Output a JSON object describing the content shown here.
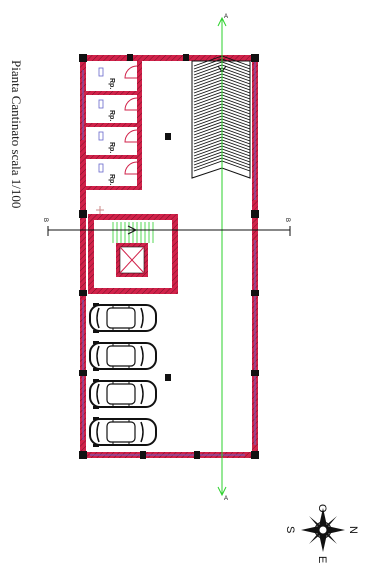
{
  "title": "Pianta Cantinato scala 1/100",
  "storage_rooms": [
    {
      "label": "Rp."
    },
    {
      "label": "Rp."
    },
    {
      "label": "Rp."
    },
    {
      "label": "Rp."
    }
  ],
  "parking_cars": 4,
  "compass": {
    "north": "N",
    "south": "S",
    "east": "E",
    "west": "O"
  },
  "colors": {
    "wall": "#d1224a",
    "wall_hatch": "#7a1028",
    "section_line": "#2bd12b",
    "window": "#6666cc",
    "ink": "#111111"
  }
}
